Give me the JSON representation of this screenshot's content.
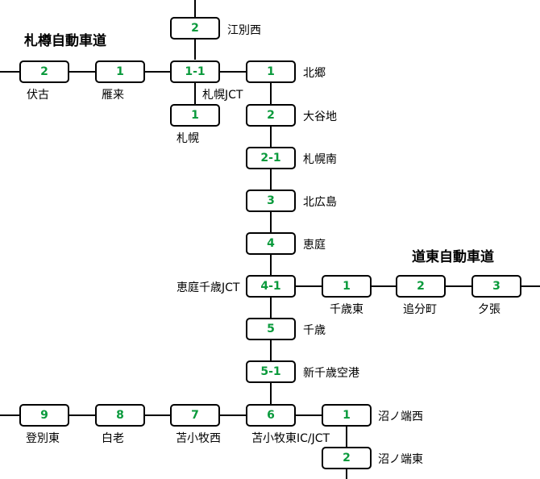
{
  "titles": {
    "sassho": "札樽自動車道",
    "doto": "道東自動車道"
  },
  "nodes": {
    "e2": {
      "num": "2",
      "name": "江別西"
    },
    "hkg": {
      "num": "2",
      "name": "伏古"
    },
    "kri": {
      "num": "1",
      "name": "雁来"
    },
    "sjc": {
      "num": "1-1",
      "name": "札幌JCT"
    },
    "kit": {
      "num": "1",
      "name": "北郷"
    },
    "sap": {
      "num": "1",
      "name": "札幌"
    },
    "oya": {
      "num": "2",
      "name": "大谷地"
    },
    "sam": {
      "num": "2-1",
      "name": "札幌南"
    },
    "khr": {
      "num": "3",
      "name": "北広島"
    },
    "ent": {
      "num": "4",
      "name": "恵庭"
    },
    "ejc": {
      "num": "4-1",
      "name": "恵庭千歳JCT"
    },
    "chh": {
      "num": "1",
      "name": "千歳東"
    },
    "oiw": {
      "num": "2",
      "name": "追分町"
    },
    "yub": {
      "num": "3",
      "name": "夕張"
    },
    "chi": {
      "num": "5",
      "name": "千歳"
    },
    "ncs": {
      "num": "5-1",
      "name": "新千歳空港"
    },
    "nob": {
      "num": "9",
      "name": "登別東"
    },
    "shi": {
      "num": "8",
      "name": "白老"
    },
    "tkn": {
      "num": "7",
      "name": "苫小牧西"
    },
    "tke": {
      "num": "6",
      "name": "苫小牧東IC/JCT"
    },
    "nu1": {
      "num": "1",
      "name": "沼ノ端西"
    },
    "nu2": {
      "num": "2",
      "name": "沼ノ端東"
    }
  }
}
